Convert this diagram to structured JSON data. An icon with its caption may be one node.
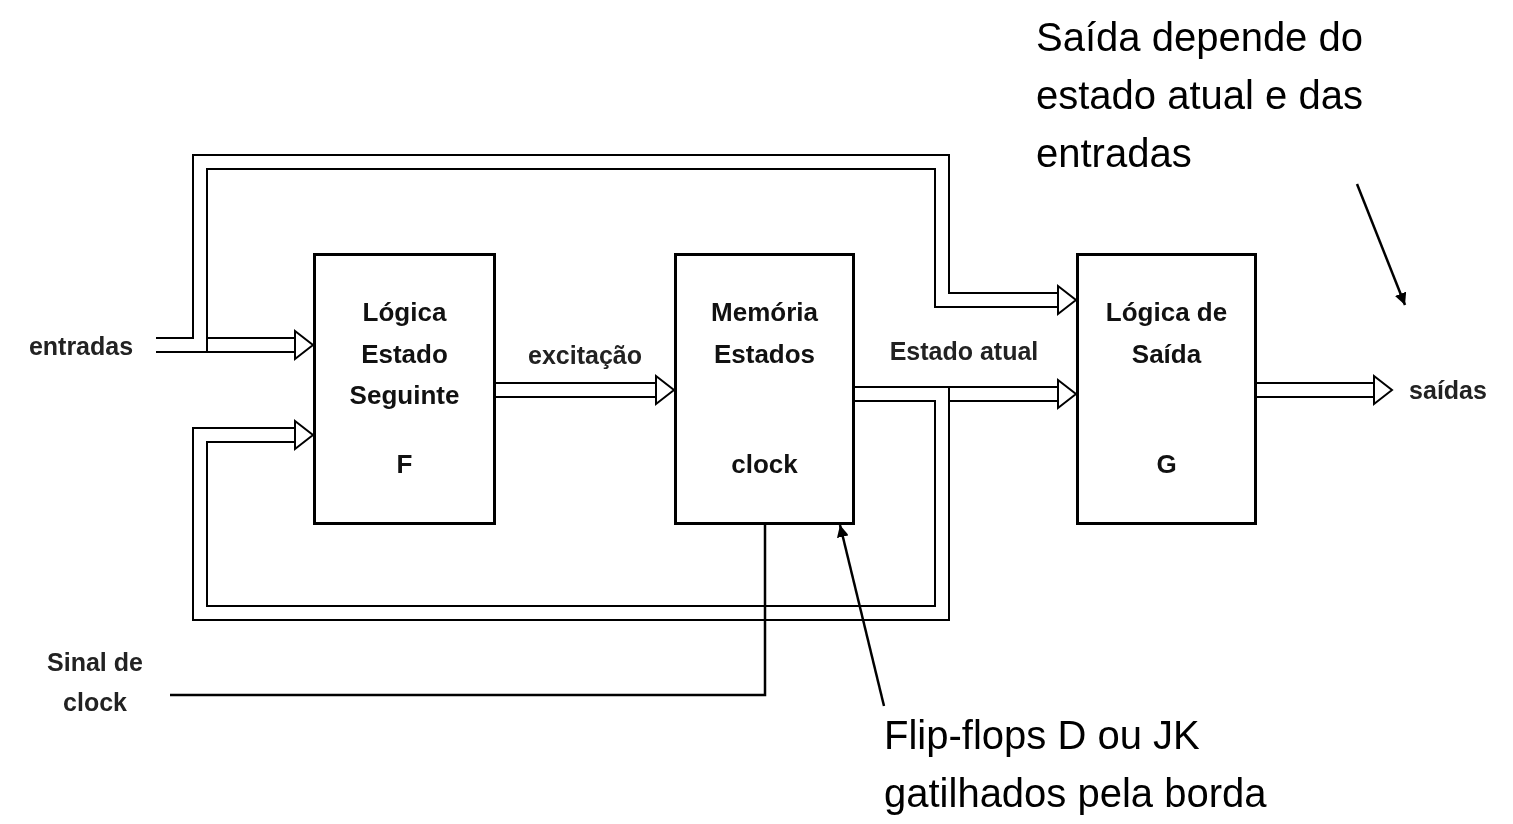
{
  "diagram": {
    "nodes": [
      {
        "text": [
          "entradas"
        ]
      },
      {
        "text": [
          "Lógica Estado Seguinte",
          "F"
        ]
      },
      {
        "text": [
          "Memória Estados",
          "clock"
        ]
      },
      {
        "text": [
          "Lógica de Saída",
          "G"
        ]
      },
      {
        "text": [
          "saídas"
        ]
      },
      {
        "text": [
          "Sinal de clock"
        ]
      },
      {
        "text": [
          "Saída depende do estado atual e das entradas"
        ]
      },
      {
        "text": [
          "Flip-flops D ou JK gatilhados pela borda"
        ]
      }
    ],
    "edges": [
      {
        "from": 0,
        "to": 1,
        "arrow": "to"
      },
      {
        "from": 0,
        "to": 3,
        "arrow": "to"
      },
      {
        "from": 1,
        "to": 2,
        "arrow": "to",
        "label": "excitação"
      },
      {
        "from": 2,
        "to": 3,
        "arrow": "to",
        "label": "Estado atual"
      },
      {
        "from": 2,
        "to": 1,
        "arrow": "to"
      },
      {
        "from": 3,
        "to": 4,
        "arrow": "to"
      },
      {
        "from": 5,
        "to": 2,
        "arrow": "none"
      },
      {
        "from": 6,
        "to": null,
        "arrow": "to"
      },
      {
        "from": 7,
        "to": 2,
        "arrow": "to"
      }
    ]
  }
}
